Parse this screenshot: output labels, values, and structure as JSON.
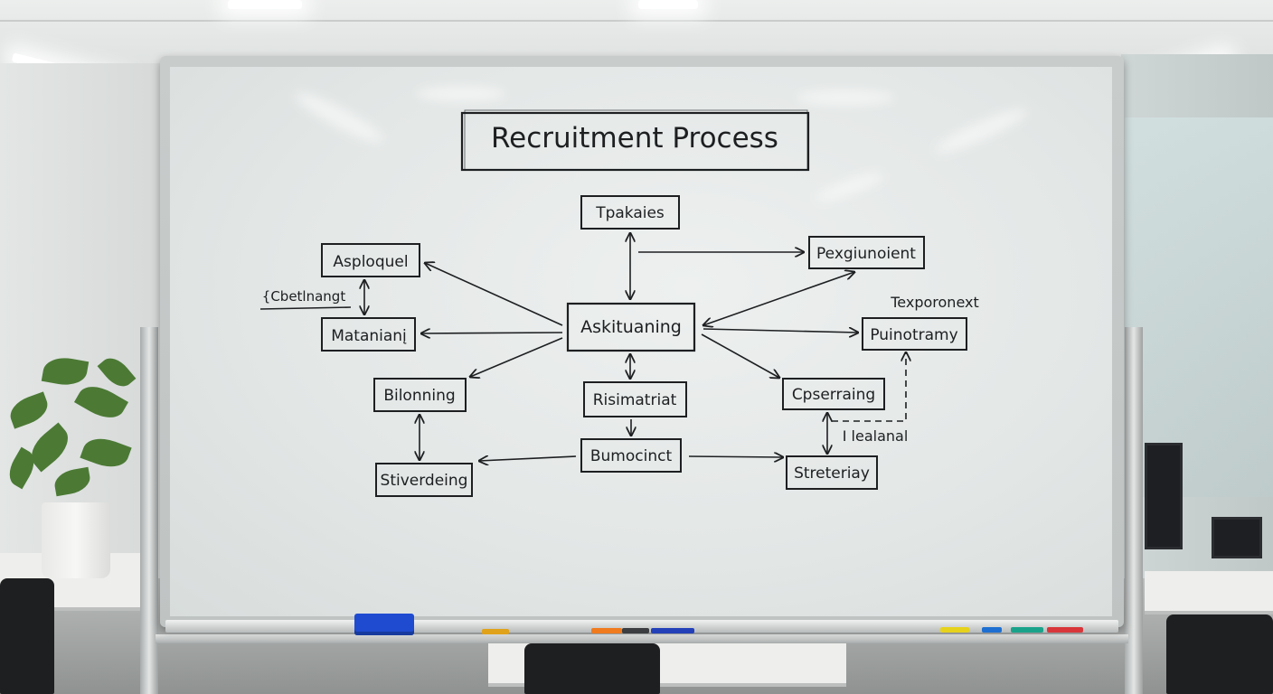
{
  "title": "Recruitment Process",
  "nodes": {
    "top": "Tpakaies",
    "left1": "Asploquel",
    "side_note": "{Cbetlnangt",
    "left2": "Matanianį",
    "left3": "Bilonning",
    "left4": "Stiverdeing",
    "center": "Askituaning",
    "center2": "Risimatriat",
    "center3": "Bumocinct",
    "right1": "Pexgiunoient",
    "right_label": "Texporonext",
    "right2": "Puinotramy",
    "right3": "Cpserraing",
    "right_note": "I lealanal",
    "right4": "Streteriay"
  },
  "colors": {
    "eraser": "#1f4bd1",
    "marker_ink": "#1d1f21"
  },
  "icons": [
    "eraser-icon",
    "marker-icon",
    "plant-icon"
  ]
}
